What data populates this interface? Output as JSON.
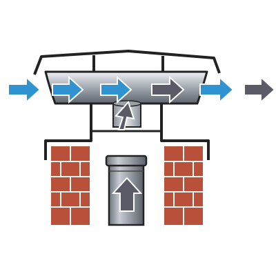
{
  "colors": {
    "background": "#ffffff",
    "outline": "#222222",
    "wind_arrow": "#2f93d1",
    "exhaust_arrow": "#5b5b68",
    "brick": "#b8503a",
    "mortar": "#ffffff",
    "metal_light": "#d8dbe0",
    "metal_mid": "#9aa0a8",
    "metal_dark": "#5f656d",
    "flue_light": "#c8ccd2",
    "flue_dark": "#6d737b"
  },
  "arrows": [
    {
      "name": "wind-in-arrow",
      "kind": "wind",
      "direction": "right"
    },
    {
      "name": "wind-through-arrow-1",
      "kind": "wind",
      "direction": "right"
    },
    {
      "name": "wind-through-arrow-2",
      "kind": "wind",
      "direction": "right"
    },
    {
      "name": "exhaust-draw-arrow",
      "kind": "exhaust",
      "direction": "right"
    },
    {
      "name": "wind-out-arrow",
      "kind": "wind",
      "direction": "right"
    },
    {
      "name": "exhaust-out-arrow",
      "kind": "exhaust",
      "direction": "right"
    },
    {
      "name": "flue-up-arrow",
      "kind": "exhaust",
      "direction": "up"
    },
    {
      "name": "flue-exit-arrow",
      "kind": "exhaust",
      "direction": "up-right"
    }
  ],
  "components": [
    "chimney-cowl-roof",
    "venturi-tube",
    "flue-pipe",
    "left-brick-stack",
    "right-brick-stack"
  ]
}
